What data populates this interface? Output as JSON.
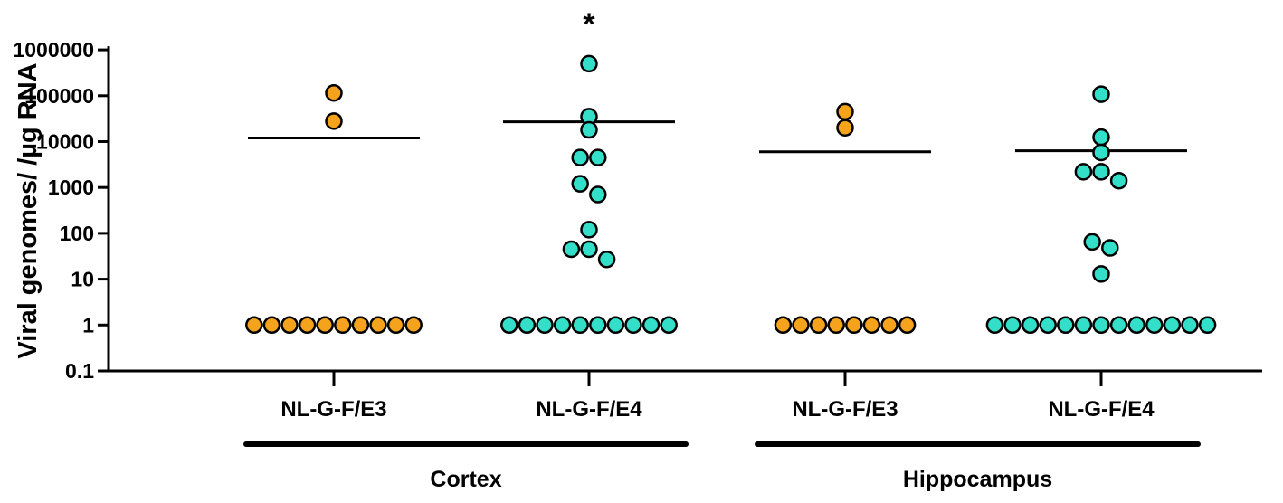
{
  "chart_data": {
    "type": "scatter",
    "ylabel": "Viral genomes/ /µg RNA",
    "yscale": "log",
    "ylim": [
      0.1,
      1000000
    ],
    "yticks": [
      0.1,
      1,
      10,
      100,
      1000,
      10000,
      100000,
      1000000
    ],
    "ytick_labels": [
      "0.1",
      "1",
      "10",
      "100",
      "1000",
      "10000",
      "100000",
      "1000000"
    ],
    "categories": [
      "NL-G-F/E3",
      "NL-G-F/E4",
      "NL-G-F/E3",
      "NL-G-F/E4"
    ],
    "groups": [
      {
        "label": "Cortex",
        "categories": [
          0,
          1
        ]
      },
      {
        "label": "Hippocampus",
        "categories": [
          2,
          3
        ]
      }
    ],
    "colors": {
      "E3": "#f5a31d",
      "E4": "#33dfc8"
    },
    "series": [
      {
        "category": 0,
        "color": "#f5a31d",
        "median": 12000,
        "values": [
          115000,
          28000,
          1,
          1,
          1,
          1,
          1,
          1,
          1,
          1,
          1,
          1
        ]
      },
      {
        "category": 1,
        "color": "#33dfc8",
        "median": 27000,
        "values": [
          500000,
          35000,
          18000,
          4500,
          4500,
          1200,
          700,
          120,
          45,
          45,
          27,
          1,
          1,
          1,
          1,
          1,
          1,
          1,
          1,
          1,
          1
        ]
      },
      {
        "category": 2,
        "color": "#f5a31d",
        "median": 6000,
        "values": [
          45000,
          20000,
          1,
          1,
          1,
          1,
          1,
          1,
          1,
          1
        ]
      },
      {
        "category": 3,
        "color": "#33dfc8",
        "median": 6300,
        "values": [
          108000,
          12500,
          5800,
          2200,
          2200,
          1400,
          65,
          48,
          13,
          1,
          1,
          1,
          1,
          1,
          1,
          1,
          1,
          1,
          1,
          1,
          1,
          1
        ]
      }
    ],
    "annotations": [
      {
        "category": 1,
        "text": "*"
      }
    ],
    "grid": false,
    "legend": "none"
  }
}
